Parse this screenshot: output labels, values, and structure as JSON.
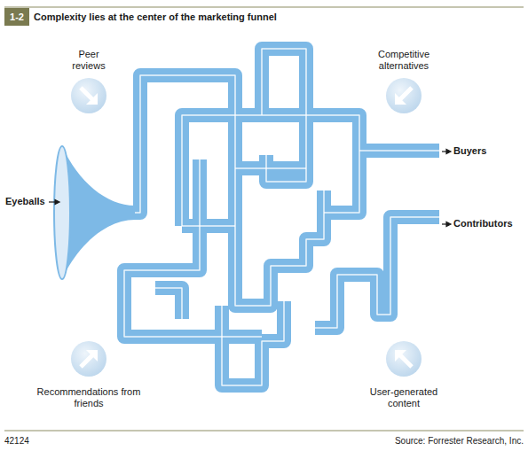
{
  "diagram": {
    "title": "Complexity lies at the center of the marketing funnel",
    "labels": [
      "1-2",
      "Peer reviews",
      "Competitive alternatives",
      "Eyeballs",
      "Buyers",
      "Contributors",
      "Recommendations from friends",
      "User-generated content",
      "42124",
      "Source: Forrester Research, Inc."
    ]
  }
}
